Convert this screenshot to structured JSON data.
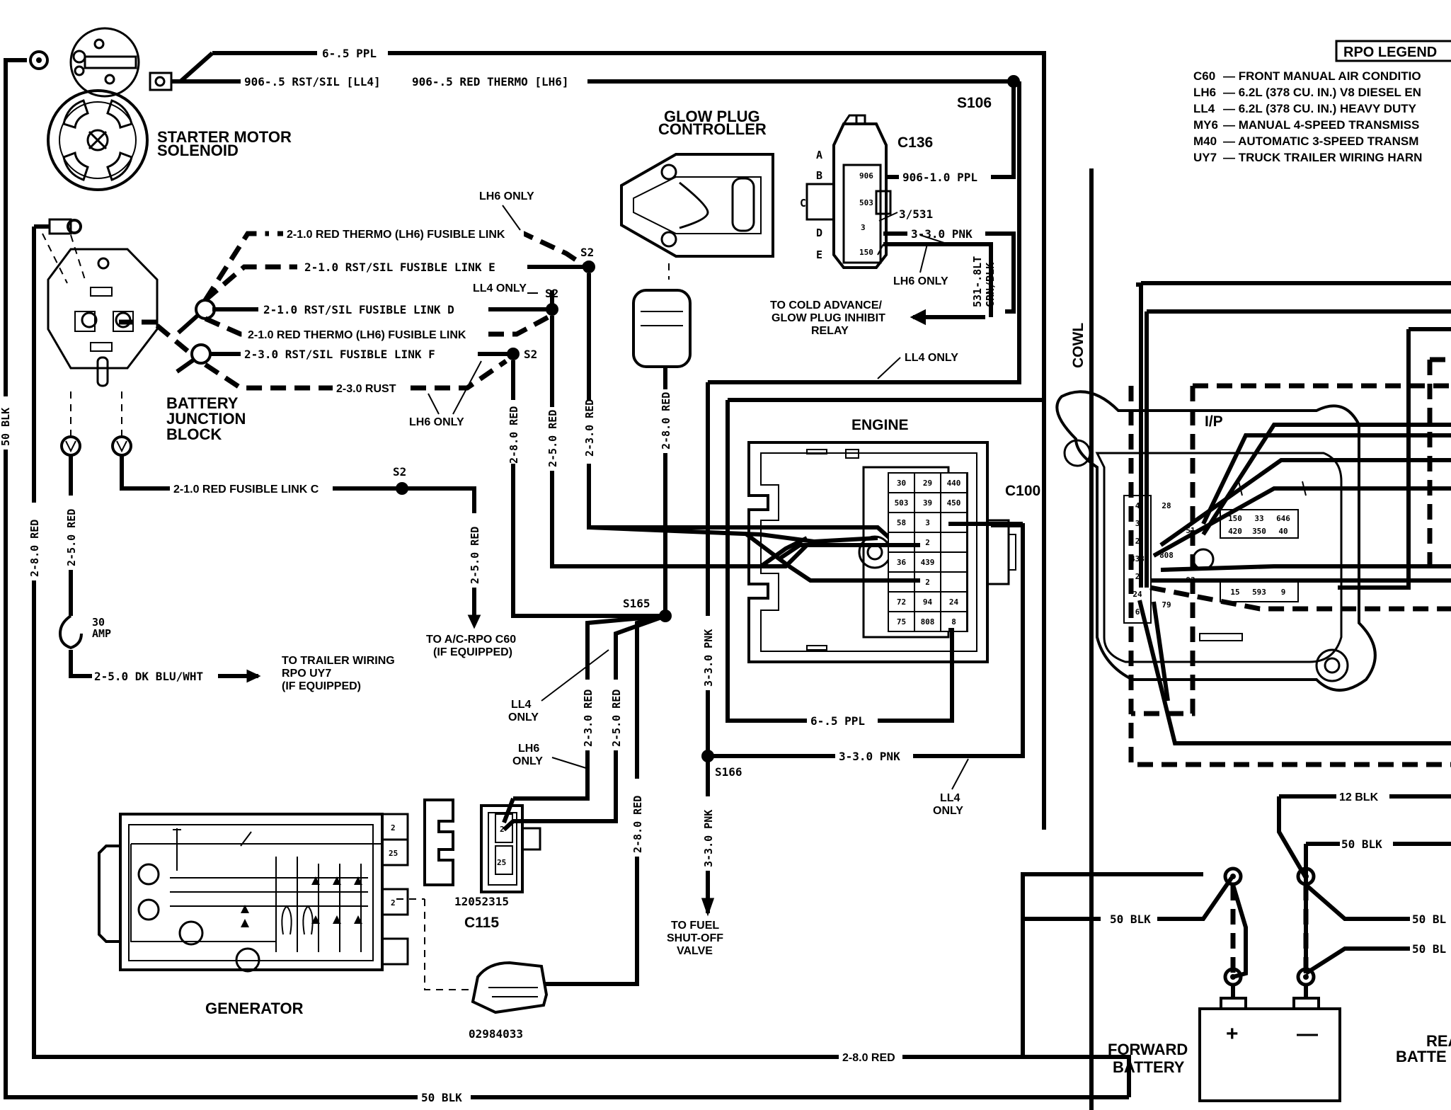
{
  "legend": {
    "title": "RPO LEGEND",
    "items": [
      {
        "code": "C60",
        "desc": "— FRONT MANUAL AIR CONDITIO"
      },
      {
        "code": "LH6",
        "desc": "— 6.2L (378 CU. IN.) V8 DIESEL EN"
      },
      {
        "code": "LL4",
        "desc": "— 6.2L (378 CU. IN.) HEAVY DUTY"
      },
      {
        "code": "MY6",
        "desc": "— MANUAL 4-SPEED TRANSMISS"
      },
      {
        "code": "M40",
        "desc": "— AUTOMATIC 3-SPEED TRANSM"
      },
      {
        "code": "UY7",
        "desc": "— TRUCK TRAILER WIRING HARN"
      }
    ]
  },
  "components": {
    "starter_motor_solenoid": "STARTER MOTOR SOLENOID",
    "starter_line1": "STARTER MOTOR",
    "starter_line2": "SOLENOID",
    "glow_plug_line1": "GLOW PLUG",
    "glow_plug_line2": "CONTROLLER",
    "c136": "C136",
    "battery_junction_line1": "BATTERY",
    "battery_junction_line2": "JUNCTION",
    "battery_junction_line3": "BLOCK",
    "engine": "ENGINE",
    "c100": "C100",
    "cowl": "COWL",
    "ip": "I/P",
    "generator": "GENERATOR",
    "c115": "C115",
    "c115_part": "12052315",
    "gen_part": "02984033",
    "forward_battery_line1": "FORWARD",
    "forward_battery_line2": "BATTERY",
    "rear_battery_line1": "REA",
    "rear_battery_line2": "BATTE",
    "amp_line1": "30",
    "amp_line2": "AMP",
    "battery_plus": "+",
    "battery_minus": "—"
  },
  "splices": {
    "s106": "S106",
    "s2_a": "S2",
    "s2_b": "S2",
    "s2_c": "S2",
    "s2_d": "S2",
    "s165": "S165",
    "s166": "S166"
  },
  "wires": {
    "w6_ppl_top": "6-.5 PPL",
    "w906_rst": "906-.5 RST/SIL  [LL4]",
    "w906_red": "906-.5 RED THERMO  [LH6]",
    "w906_1_ppl": "906-1.0 PPL",
    "w3_531": "3/531",
    "w3_pnk_c136": "3-3.0 PNK",
    "w531": "531-.8LT",
    "w531b": "GRN/BLK",
    "fl_red_thermo_top": "2-1.0 RED THERMO (LH6) FUSIBLE LINK",
    "fl_rst_e": "2-1.0 RST/SIL FUSIBLE LINK E",
    "fl_rst_d": "2-1.0 RST/SIL FUSIBLE LINK D",
    "fl_red_thermo_mid": "2-1.0 RED THERMO (LH6) FUSIBLE LINK",
    "fl_rst_f": "2-3.0 RST/SIL FUSIBLE LINK F",
    "w2_3_rust": "2-3.0 RUST",
    "fl_red_c": "2-1.0 RED FUSIBLE LINK C",
    "w2_8_red_a": "2-8.0 RED",
    "w2_5_red_a": "2-5.0 RED",
    "w2_3_red_a": "2-3.0 RED",
    "w2_8_red_b": "2-8.0 RED",
    "w2_5_red_ac": "2-5.0 RED",
    "w2_5_red_left": "2-5.0 RED",
    "w2_8_red_left": "2-8.0 RED",
    "w50_blk_left": "50 BLK",
    "w2_5_dkblu": "2-5.0 DK BLU/WHT",
    "w3_3_pnk_v": "3-3.0 PNK",
    "w3_3_pnk_v2": "3-3.0 PNK",
    "w3_3_pnk_h": "3-3.0 PNK",
    "w6_ppl_bottom": "6-.5 PPL",
    "w2_3_red_gen": "2-3.0 RED",
    "w2_5_red_gen": "2-5.0 RED",
    "w2_8_red_gen": "2-8.0 RED",
    "w2_8_red_bottom": "2-8.0 RED",
    "w50_blk_bottom": "50 BLK",
    "w50_blk_r1": "50 BLK",
    "w50_blk_r2": "50 BLK",
    "w50_blk_r3": "50 BL",
    "w50_blk_r4": "50 BL",
    "w12_blk": "12 BLK"
  },
  "notes": {
    "lh6_only_a": "LH6 ONLY",
    "ll4_only_a": "LL4 ONLY",
    "lh6_only_b": "LH6 ONLY",
    "lh6_only_c": "LH6 ONLY",
    "ll4_only_b": "LL4 ONLY",
    "cold_adv_1": "TO COLD ADVANCE/",
    "cold_adv_2": "GLOW PLUG INHIBIT",
    "cold_adv_3": "RELAY",
    "ac_1": "TO A/C-RPO C60",
    "ac_2": "(IF EQUIPPED)",
    "trailer_1": "TO TRAILER WIRING",
    "trailer_2": "RPO UY7",
    "trailer_3": "(IF EQUIPPED)",
    "ll4_gen_1": "LL4",
    "ll4_gen_2": "ONLY",
    "lh6_gen_1": "LH6",
    "lh6_gen_2": "ONLY",
    "fuel_1": "TO FUEL",
    "fuel_2": "SHUT-OFF",
    "fuel_3": "VALVE",
    "ll4_bottom_1": "LL4",
    "ll4_bottom_2": "ONLY"
  },
  "c136_pins": [
    "A",
    "B",
    "C",
    "D",
    "E"
  ],
  "c136_cavities": [
    "906",
    "503",
    "3",
    "150"
  ],
  "c100_cells": [
    [
      "30",
      "29",
      "440"
    ],
    [
      "503",
      "39",
      "450"
    ],
    [
      "58",
      "3",
      ""
    ],
    [
      "",
      "2",
      ""
    ],
    [
      "36",
      "439",
      ""
    ],
    [
      "",
      "2",
      ""
    ],
    [
      "72",
      "94",
      "24"
    ],
    [
      "75",
      "808",
      "8"
    ]
  ],
  "ip_cells": [
    [
      "150",
      "33",
      "646"
    ],
    [
      "420",
      "350",
      "40"
    ]
  ],
  "ip_cells2": [
    "15",
    "593",
    "9"
  ],
  "ip_left_pins": [
    "4",
    "3",
    "2",
    "438",
    "2",
    "24",
    "6"
  ],
  "ip_mid_pins": [
    "28",
    "51",
    "808",
    "93",
    "79"
  ],
  "gen_pins": [
    "2",
    "25",
    "2"
  ],
  "c115_pins": [
    "2",
    "25"
  ]
}
